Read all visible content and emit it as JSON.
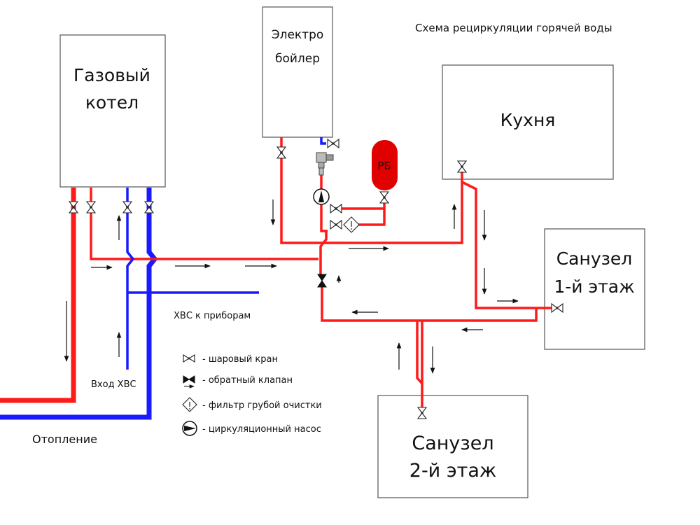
{
  "title": "Схема рециркуляции горячей воды",
  "nodes": {
    "gas_boiler": [
      "Газовый",
      "котел"
    ],
    "electric_boiler": [
      "Электро",
      "бойлер"
    ],
    "kitchen": "Кухня",
    "bathroom_1": [
      "Санузел",
      "1-й этаж"
    ],
    "bathroom_2": [
      "Санузел",
      "2-й этаж"
    ],
    "expansion_tank": "РБ"
  },
  "labels": {
    "cold_water_to_devices": "ХВС к приборам",
    "cold_water_inlet": "Вход ХВС",
    "heating": "Отопление"
  },
  "legend": [
    {
      "icon": "ball-valve-icon",
      "text": "- шаровый кран"
    },
    {
      "icon": "check-valve-icon",
      "text": "- обратный клапан"
    },
    {
      "icon": "coarse-filter-icon",
      "text": "- фильтр грубой очистки"
    },
    {
      "icon": "circulation-pump-icon",
      "text": "- циркуляционный насос"
    }
  ],
  "colors": {
    "hot_pipe": "#ff1a1a",
    "cold_pipe": "#1a1aff",
    "expansion_tank": "#e00000"
  }
}
